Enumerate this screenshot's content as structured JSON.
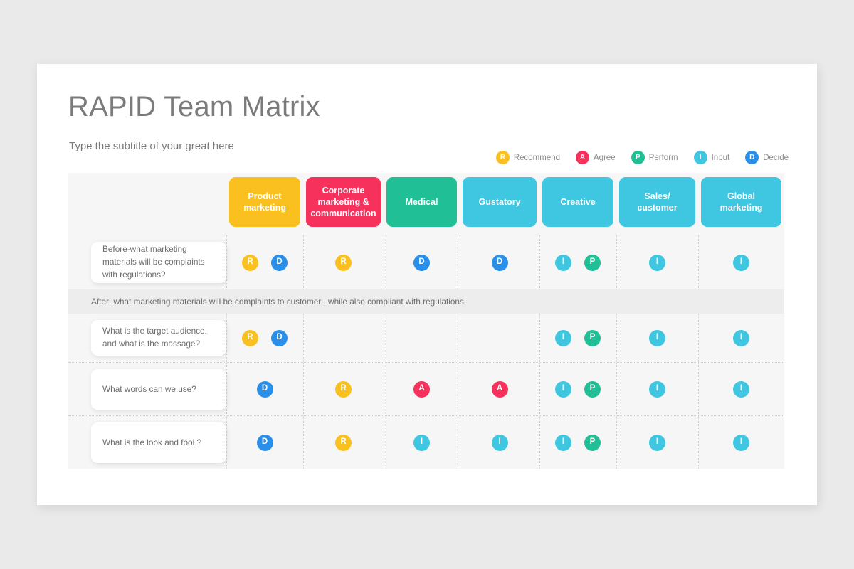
{
  "slide": {
    "title": "RAPID Team Matrix",
    "subtitle": "Type the subtitle of your great here"
  },
  "legend": {
    "items": [
      {
        "key": "R",
        "label": "Recommend",
        "color": "#fac01f"
      },
      {
        "key": "A",
        "label": "Agree",
        "color": "#f5315c"
      },
      {
        "key": "P",
        "label": "Perform",
        "color": "#21bf95"
      },
      {
        "key": "I",
        "label": "Input",
        "color": "#3fc6e0"
      },
      {
        "key": "D",
        "label": "Decide",
        "color": "#2a8fe8"
      }
    ]
  },
  "matrix": {
    "columns": [
      {
        "label": "Product marketing",
        "color": "#fac01f"
      },
      {
        "label": "Corporate marketing & communication",
        "color": "#f5315c"
      },
      {
        "label": "Medical",
        "color": "#21bf95"
      },
      {
        "label": "Gustatory",
        "color": "#3fc6e0"
      },
      {
        "label": "Creative",
        "color": "#3fc6e0"
      },
      {
        "label": "Sales/ customer",
        "color": "#3fc6e0"
      },
      {
        "label": "Global marketing",
        "color": "#3fc6e0"
      }
    ],
    "after_banner": "After: what marketing materials will be complaints to customer , while also compliant with regulations",
    "rows": [
      {
        "label": "Before-what marketing materials will be complaints with regulations?",
        "cells": [
          [
            "R",
            "D"
          ],
          [
            "R"
          ],
          [
            "D"
          ],
          [
            "D"
          ],
          [
            "I",
            "P"
          ],
          [
            "I"
          ],
          [
            "I"
          ]
        ]
      },
      {
        "label": "What is the target audience. and what is the massage?",
        "cells": [
          [
            "R",
            "D"
          ],
          [],
          [],
          [],
          [
            "I",
            "P"
          ],
          [
            "I"
          ],
          [
            "I"
          ]
        ]
      },
      {
        "label": "What words can we use?",
        "cells": [
          [
            "D"
          ],
          [
            "R"
          ],
          [
            "A"
          ],
          [
            "A"
          ],
          [
            "I",
            "P"
          ],
          [
            "I"
          ],
          [
            "I"
          ]
        ]
      },
      {
        "label": "What is the look and fool ?",
        "cells": [
          [
            "D"
          ],
          [
            "R"
          ],
          [
            "I"
          ],
          [
            "I"
          ],
          [
            "I",
            "P"
          ],
          [
            "I"
          ],
          [
            "I"
          ]
        ]
      }
    ]
  }
}
